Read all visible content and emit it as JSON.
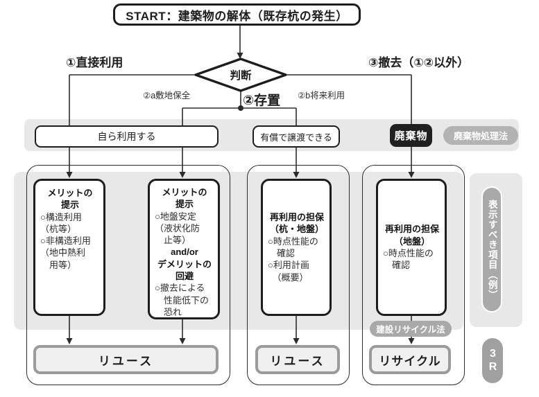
{
  "start": {
    "label": "START：建築物の解体（既存杭の発生）"
  },
  "decision": {
    "label": "判断"
  },
  "branches": {
    "direct_use": "①直接利用",
    "leave_in_place": "②存置",
    "leave_site_preservation": "②a敷地保全",
    "leave_future_use": "②b将来利用",
    "removal": "③撤去（①②以外）"
  },
  "disposition": {
    "self_use": "自ら利用する",
    "paid_transfer": "有償で譲渡できる",
    "waste": "廃棄物",
    "waste_law_badge": "廃棄物処理法"
  },
  "boxes": [
    {
      "sections": [
        {
          "type": "header",
          "text": "メリットの\n提示"
        },
        {
          "type": "body",
          "text": "○構造利用\n（杭等）\n○非構造利用\n（地中熱利\n　用等）"
        }
      ]
    },
    {
      "sections": [
        {
          "type": "header",
          "text": "メリットの\n提示"
        },
        {
          "type": "body",
          "text": "○地盤安定\n（液状化防\n　止等）"
        },
        {
          "type": "header",
          "text": "and/or"
        },
        {
          "type": "header",
          "text": "デメリットの\n回避"
        },
        {
          "type": "body",
          "text": "○撤去による\n　性能低下の\n　恐れ"
        }
      ]
    },
    {
      "sections": [
        {
          "type": "header",
          "text": "再利用の担保\n（杭・地盤）"
        },
        {
          "type": "body",
          "text": "○時点性能の\n　確認\n○利用計画\n　（概要）"
        }
      ]
    },
    {
      "sections": [
        {
          "type": "header",
          "text": "再利用の担保\n（地盤）"
        },
        {
          "type": "body",
          "text": "○時点性能の\n　確認"
        }
      ]
    }
  ],
  "recycle_law_badge": "建設リサイクル法",
  "outcomes": {
    "reuse1": "リユース",
    "reuse2": "リユース",
    "recycle": "リサイクル"
  },
  "side": {
    "label": "表示すべき項目（例）",
    "badge": "3R"
  },
  "colors": {
    "band_gray": "#e8e8e8",
    "pill_gray": "#b3b3b3",
    "badge_gray": "#a9a9a9",
    "waste_black": "#221f1f",
    "outcome_border": "#9b9b9b",
    "line_black": "#2b2b2b"
  }
}
